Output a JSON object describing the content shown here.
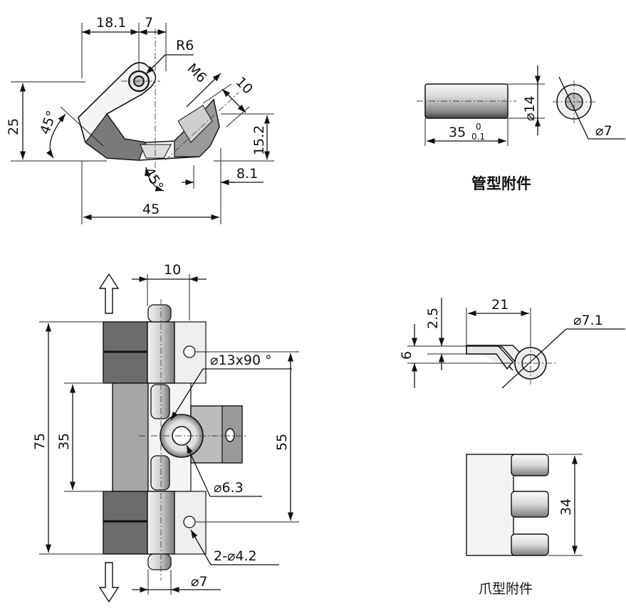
{
  "top_view": {
    "dim_18_1": "18.1",
    "dim_7": "7",
    "radius": "R6",
    "thread": "M6",
    "dim_10": "10",
    "dim_25": "25",
    "angle_left": "45°",
    "dim_15_2": "15.2",
    "angle_bottom": "45°",
    "dim_8_1": "8.1",
    "dim_45": "45"
  },
  "tube_attachment": {
    "dim_diameter_14": "⌀14",
    "dim_length": "35",
    "tol_upper": "0",
    "tol_lower": "0.1",
    "dim_diameter_7": "⌀7",
    "caption": "管型附件"
  },
  "front_view": {
    "dim_10": "10",
    "dim_hole": "⌀13x90 °",
    "dim_75": "75",
    "dim_35": "35",
    "dim_55": "55",
    "dim_6_3": "⌀6.3",
    "dim_holes": "2-⌀4.2",
    "dim_pin": "⌀7"
  },
  "clip_side": {
    "dim_2_5": "2.5",
    "dim_21": "21",
    "dim_6": "6",
    "dim_7_1": "⌀7.1"
  },
  "claw_attachment": {
    "dim_34": "34",
    "caption": "爪型附件"
  },
  "colors": {
    "line": "#111111",
    "dark_gray": "#6e6e6e",
    "mid_gray": "#a8a8a8",
    "light_gray": "#e9e9e9"
  }
}
